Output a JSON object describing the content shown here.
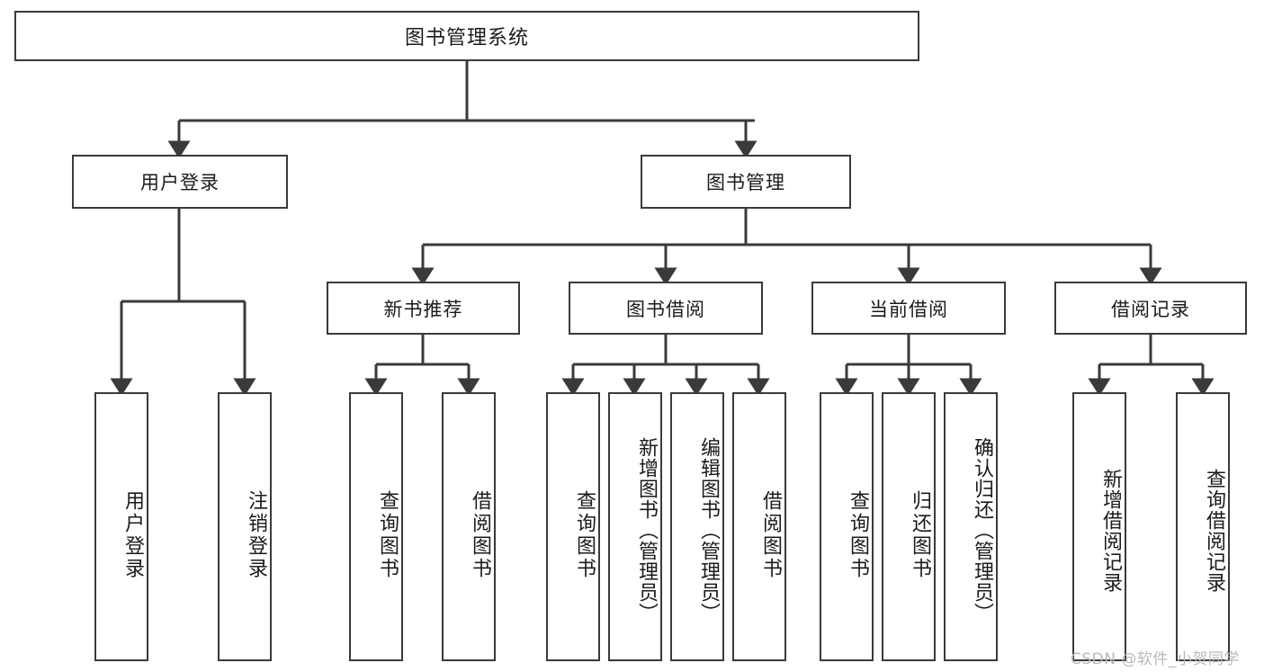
{
  "diagram": {
    "type": "hierarchy-tree",
    "title": "图书管理系统",
    "watermark": "CSDN @软件_小贺同学",
    "colors": {
      "box_border": "#3a3a3a",
      "box_fill": "#ffffff",
      "connector": "#3a3a3a",
      "text": "#1b1b1b",
      "watermark": "#b9b9b9"
    },
    "root": {
      "label": "图书管理系统"
    },
    "level2": [
      {
        "label": "用户登录"
      },
      {
        "label": "图书管理"
      }
    ],
    "level3": [
      {
        "label": "新书推荐"
      },
      {
        "label": "图书借阅"
      },
      {
        "label": "当前借阅"
      },
      {
        "label": "借阅记录"
      }
    ],
    "leaves": {
      "user_login": [
        {
          "label": "用户登录"
        },
        {
          "label": "注销登录"
        }
      ],
      "new_book_recommend": [
        {
          "label": "查询图书"
        },
        {
          "label": "借阅图书"
        }
      ],
      "book_borrow": [
        {
          "label": "查询图书"
        },
        {
          "label": "新增图书（管理员）"
        },
        {
          "label": "编辑图书（管理员）"
        },
        {
          "label": "借阅图书"
        }
      ],
      "current_borrow": [
        {
          "label": "查询图书"
        },
        {
          "label": "归还图书"
        },
        {
          "label": "确认归还（管理员）"
        }
      ],
      "borrow_record": [
        {
          "label": "新增借阅记录"
        },
        {
          "label": "查询借阅记录"
        }
      ]
    }
  }
}
